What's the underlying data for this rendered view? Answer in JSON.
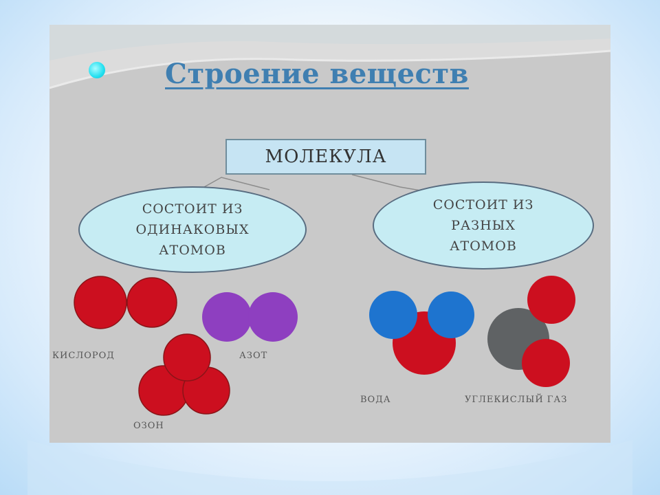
{
  "slide": {
    "title": "Строение веществ",
    "root": {
      "label": "МОЛЕКУЛА"
    },
    "branches": [
      {
        "text": "СОСТОИТ ИЗ\nОДИНАКОВЫХ\nАТОМОВ"
      },
      {
        "text": "СОСТОИТ ИЗ\nРАЗНЫХ\nАТОМОВ"
      }
    ],
    "molecules": {
      "oxygen": "КИСЛОРОД",
      "nitrogen": "АЗОТ",
      "ozone": "ОЗОН",
      "water": "ВОДА",
      "carbon_dioxide": "УГЛЕКИСЛЫЙ ГАЗ"
    },
    "atom_colors": {
      "oxygen": "#cc0f1f",
      "nitrogen": "#8e3fc0",
      "hydrogen": "#1e74cf",
      "carbon": "#5f6264"
    },
    "accent_colors": {
      "panel": "#c9c9c9",
      "title": "#3f7fb1",
      "box_fill": "#c6e4f3",
      "oval_fill": "#c6ecf3",
      "bullet": "#22e0f0"
    }
  }
}
